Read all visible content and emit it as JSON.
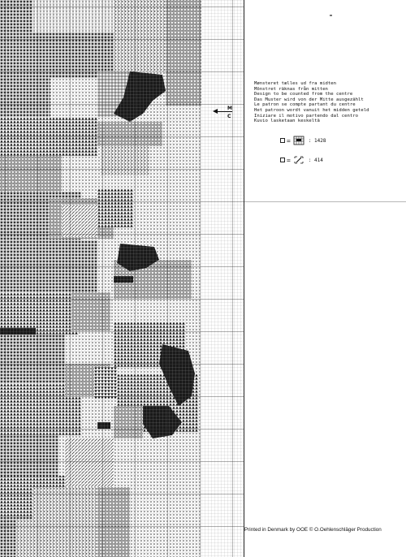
{
  "instructions": [
    "Mønsteret tælles ud fra midten",
    "Mönstret räknas från mitten",
    "Design to be counted from the centre",
    "Das Muster wird von der Mitte ausgezählt",
    "Le patron se compte partant du centre",
    "Het patroon wordt vanuit het midden geteld",
    "Iniziare il motivo partendo dal centro",
    "Kuvio lasketaan keskeltä"
  ],
  "centre_marker": {
    "letter_top": "M",
    "letter_bottom": "C"
  },
  "legend": [
    {
      "icon": "full-stitch-grid-icon",
      "equals": "=",
      "count": ": 1428"
    },
    {
      "icon": "half-stitch-cross-icon",
      "equals": "=",
      "count": ": 414"
    }
  ],
  "footer": "Printed in Denmark by OOE  ©  O.Oehlenschläger Production",
  "colors": {
    "ink": "#111111",
    "grid": "#9a9a9a",
    "dark_fill": "#1a1a1a"
  }
}
